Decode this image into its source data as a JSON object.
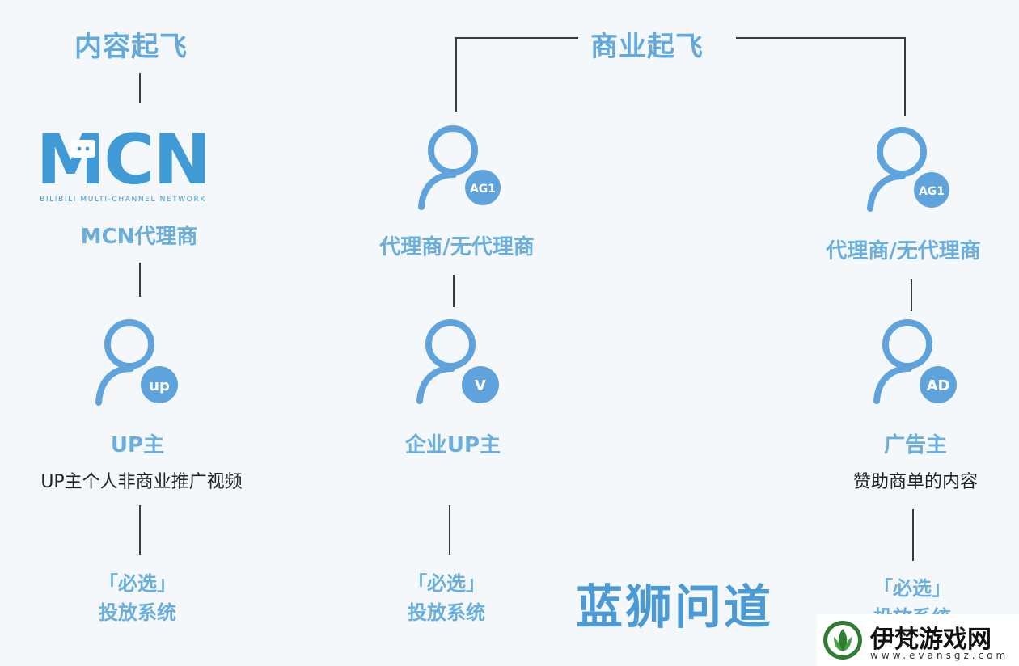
{
  "left": {
    "title": "内容起飞",
    "mcn_logo_text": "MCN",
    "mcn_logo_sub": "BILIBILI MULTI-CHANNEL NETWORK",
    "mcn_label": "MCN代理商",
    "up_badge": "up",
    "up_label": "UP主",
    "up_desc": "UP主个人非商业推广视频",
    "option_line1": "「必选」",
    "option_line2": "投放系统"
  },
  "right_header": {
    "title": "商业起飞"
  },
  "middle": {
    "agent_badge": "AG1",
    "agent_label": "代理商/无代理商",
    "v_badge": "V",
    "v_label": "企业UP主",
    "option_line1": "「必选」",
    "option_line2": "投放系统"
  },
  "right": {
    "agent_badge": "AG1",
    "agent_label": "代理商/无代理商",
    "ad_badge": "AD",
    "ad_label": "广告主",
    "ad_desc": "赞助商单的内容",
    "option_line1": "「必选」",
    "option_line2": "投放系统"
  },
  "watermark": "蓝狮问道",
  "site": {
    "name": "伊梵游戏网",
    "url": "www.evansgz.com"
  },
  "colors": {
    "accent": "#62a9dd",
    "line": "#3a3a3a",
    "badge": "#5fa3dc",
    "logo": "#3f9ad6"
  }
}
